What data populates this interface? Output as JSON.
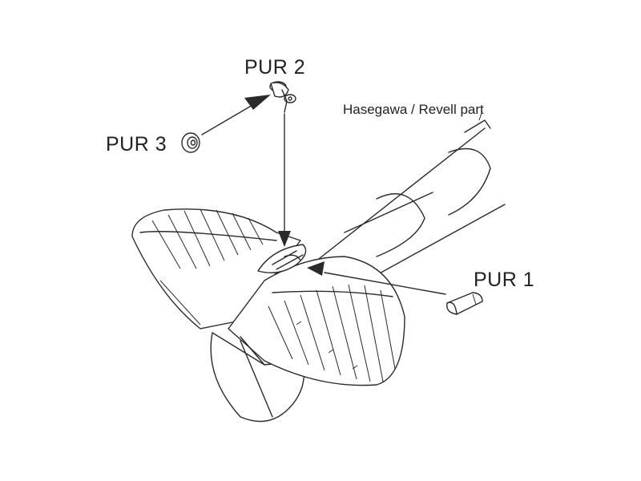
{
  "labels": {
    "pur1": "PUR 1",
    "pur2": "PUR 2",
    "pur3": "PUR 3",
    "kit_part": "Hasegawa / Revell part"
  },
  "colors": {
    "ink": "#2a2a2a",
    "background": "#ffffff"
  }
}
